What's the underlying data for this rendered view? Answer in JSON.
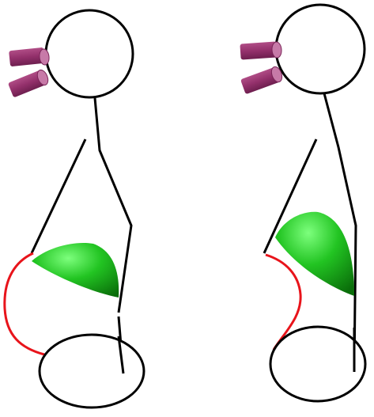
{
  "figures": [
    {
      "id": "left",
      "parts": [
        "head",
        "tubes",
        "posterior-wall",
        "anterior-wall",
        "diaphragm-dome",
        "abdominal-contour",
        "pelvis"
      ]
    },
    {
      "id": "right",
      "parts": [
        "head",
        "tubes",
        "posterior-wall",
        "anterior-wall",
        "diaphragm-dome",
        "abdominal-contour",
        "pelvis"
      ]
    }
  ],
  "colors": {
    "outline": "#000000",
    "tube_fill": "#9c3a72",
    "tube_end": "#c77aa8",
    "diaphragm_light": "#6dff6d",
    "diaphragm_mid": "#22c422",
    "diaphragm_dark": "#0a6e0a",
    "abdomen_contour": "#e8141b"
  }
}
